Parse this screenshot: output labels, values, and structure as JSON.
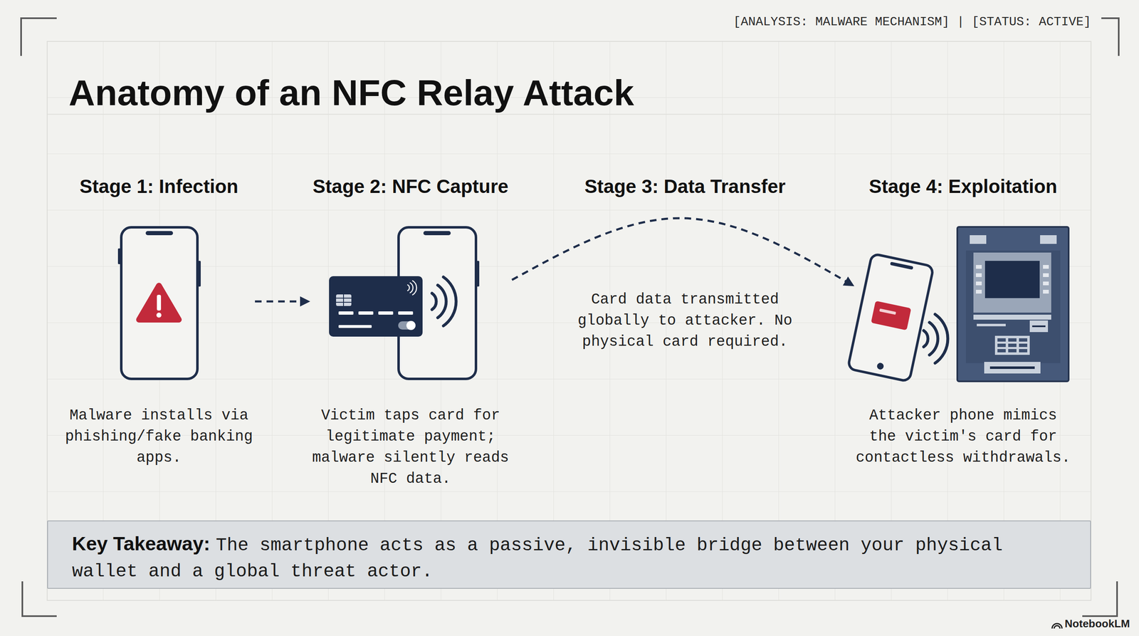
{
  "diagram": {
    "title": "Anatomy of an NFC Relay Attack",
    "nodes": [
      {
        "text": [
          "Stage 1: Infection",
          "Malware installs via phishing/fake banking apps."
        ]
      },
      {
        "text": [
          "Stage 2: NFC Capture",
          "Victim taps card for legitimate payment; malware silently reads NFC data."
        ]
      },
      {
        "text": [
          "Stage 3: Data Transfer",
          "Card data transmitted globally to attacker. No physical card required."
        ]
      },
      {
        "text": [
          "Stage 4: Exploitation",
          "Attacker phone mimics the victim's card for contactless withdrawals."
        ]
      },
      {
        "text": [
          "Key Takeaway:",
          "The smartphone acts as a passive, invisible bridge between your physical wallet and a global threat actor."
        ]
      }
    ],
    "edges": [
      {
        "from": 0,
        "to": 1,
        "arrow": "to"
      },
      {
        "from": 1,
        "to": 3,
        "arrow": "to"
      }
    ],
    "labels": [
      "[ANALYSIS: MALWARE MECHANISM] | [STATUS: ACTIVE]",
      "NotebookLM"
    ]
  }
}
